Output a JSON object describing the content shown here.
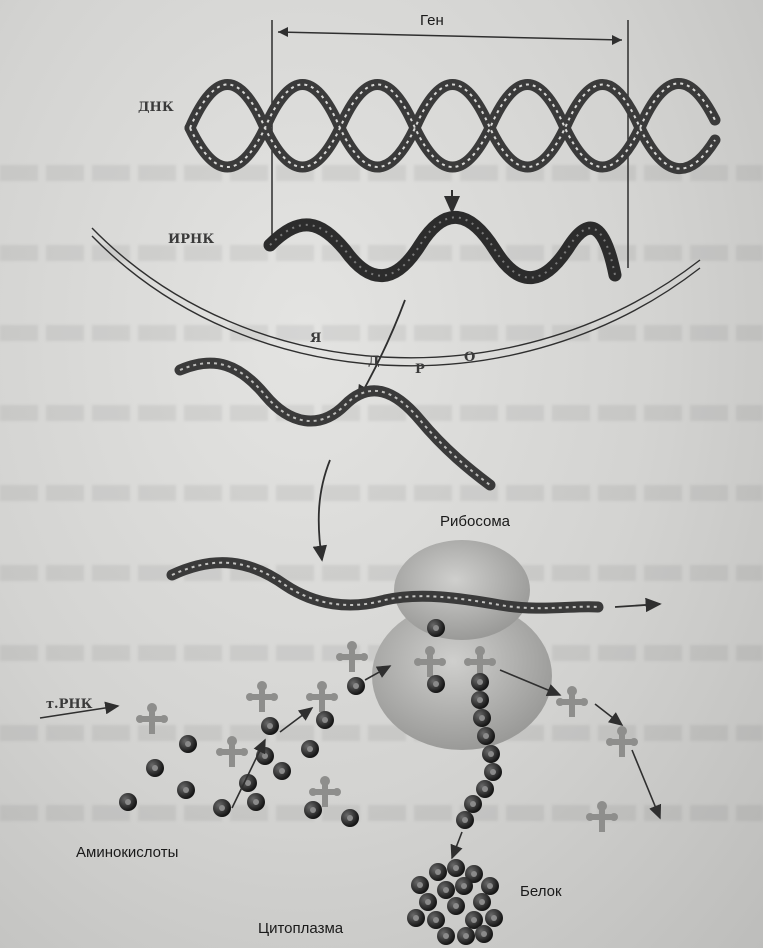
{
  "labels": {
    "gene": "Ген",
    "dna": "ДНК",
    "mrna": "ИРНК",
    "nucleus_letters": [
      "Я",
      "Д",
      "Р",
      "О"
    ],
    "ribosome": "Рибосома",
    "trna": "т.РНК",
    "amino_acids": "Аминокислоты",
    "protein": "Белок",
    "cytoplasm": "Цитоплазма"
  },
  "colors": {
    "ink": "#2f2f2f",
    "ribosome_fill": "#b9b9b7",
    "amino_acid": "#2a2a2a",
    "trna": "#8e8e8c"
  }
}
